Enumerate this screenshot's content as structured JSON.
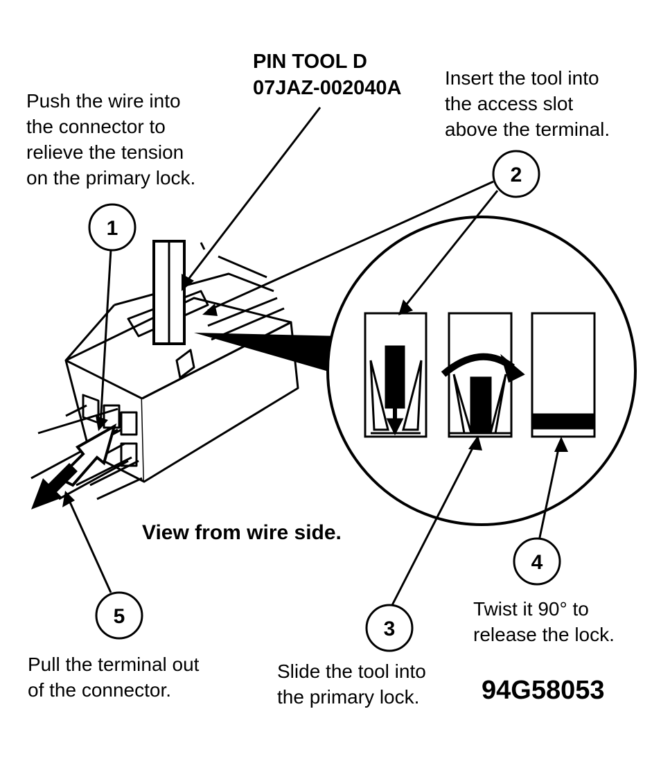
{
  "tool": {
    "name": "PIN TOOL D",
    "part_number": "07JAZ-002040A"
  },
  "steps": [
    {
      "number": "1",
      "lines": [
        "Push the wire into",
        "the connector to",
        "relieve the tension",
        "on the primary lock."
      ]
    },
    {
      "number": "2",
      "lines": [
        "Insert the tool into",
        "the access slot",
        "above the terminal."
      ]
    },
    {
      "number": "3",
      "lines": [
        "Slide the tool into",
        "the primary lock."
      ]
    },
    {
      "number": "4",
      "lines": [
        "Twist it 90° to",
        "release the lock."
      ]
    },
    {
      "number": "5",
      "lines": [
        "Pull the terminal out",
        "of the connector."
      ]
    }
  ],
  "view_caption": "View from wire side.",
  "figure_id": "94G58053",
  "colors": {
    "ink": "#000000",
    "paper": "#ffffff"
  }
}
